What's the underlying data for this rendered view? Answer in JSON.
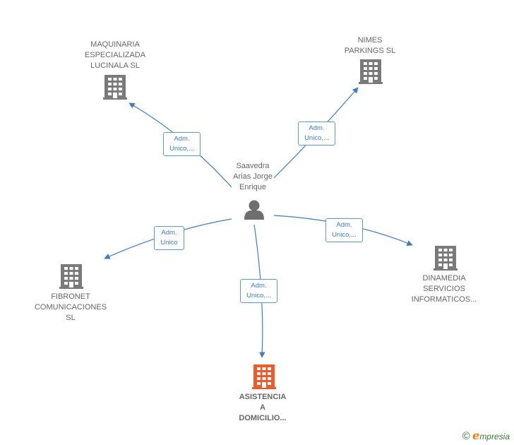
{
  "person": {
    "name": "Saavedra\nArias Jorge\nEnrique"
  },
  "companies": {
    "maquinaria": {
      "name": "MAQUINARIA\nESPECIALIZADA\nLUCINALA  SL"
    },
    "nimes": {
      "name": "NIMES\nPARKINGS  SL"
    },
    "fibronet": {
      "name": "FIBRONET\nCOMUNICACIONES\nSL"
    },
    "dinamedia": {
      "name": "DINAMEDIA\nSERVICIOS\nINFORMATICOS..."
    },
    "asistencia": {
      "name": "ASISTENCIA\nA\nDOMICILIO..."
    }
  },
  "edges": {
    "maquinaria": "Adm.\nUnico,...",
    "nimes": "Adm.\nUnico,...",
    "fibronet": "Adm.\nUnico",
    "dinamedia": "Adm.\nUnico,...",
    "asistencia": "Adm.\nUnico,..."
  },
  "colors": {
    "edge": "#3d7cc9",
    "building": "#7a7a7a",
    "building_highlight": "#f05a28",
    "person": "#6e6e6e"
  },
  "icons": {
    "person": "person-icon",
    "company": "building-icon"
  },
  "watermark": {
    "copyright": "©",
    "brand_initial": "e",
    "brand_rest": "mpresia"
  }
}
